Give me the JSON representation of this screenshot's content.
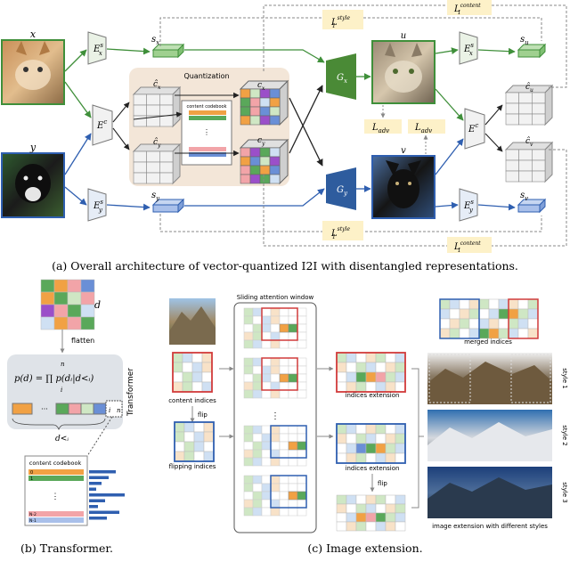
{
  "colors": {
    "green": "#3f8f3a",
    "blue": "#2f5fb0",
    "beige": "#f3e6d8",
    "loss_bg": "#fdf1c8",
    "cell_orange": "#f1a144",
    "cell_green": "#5aa85a",
    "cell_purple": "#9b4fc9",
    "cell_pink": "#f2a4a8",
    "cell_blue": "#6a8fd6",
    "cell_lightgreen": "#cfe7c4",
    "cell_lightblue": "#cfe0f3",
    "red_box": "#d13b3b"
  },
  "panel_a": {
    "input_x_label": "x",
    "input_y_label": "y",
    "enc_style_x": "E",
    "enc_style_x_sup": "s",
    "enc_style_x_sub": "x",
    "enc_content": "E",
    "enc_content_sup": "c",
    "enc_style_y": "E",
    "enc_style_y_sup": "s",
    "enc_style_y_sub": "y",
    "style_x": "s",
    "style_x_sub": "x",
    "style_y": "s",
    "style_y_sub": "y",
    "quantization_title": "Quantization",
    "cont_x_hat": "ĉ",
    "cont_x_hat_sub": "x",
    "cont_y_hat": "ĉ",
    "cont_y_hat_sub": "y",
    "codebook_label": "content codebook",
    "q_x": "c",
    "q_x_sub": "x",
    "q_y": "c",
    "q_y_sub": "y",
    "gen_x": "G",
    "gen_x_sub": "x",
    "gen_y": "G",
    "gen_y_sub": "y",
    "out_u_label": "u",
    "out_v_label": "v",
    "loss_adv_1": "L",
    "loss_adv_1_sub": "adv",
    "loss_adv_2": "L",
    "loss_adv_2_sub": "adv",
    "loss_style_top": "L",
    "loss_style_top_sup": "style",
    "loss_style_top_sub": "1",
    "loss_content_top": "L",
    "loss_content_top_sup": "content",
    "loss_content_top_sub": "1",
    "loss_style_bot": "L",
    "loss_style_bot_sup": "style",
    "loss_style_bot_sub": "1",
    "loss_content_bot": "L",
    "loss_content_bot_sup": "content",
    "loss_content_bot_sub": "1",
    "enc_style_u": "E",
    "enc_style_u_sup": "s",
    "enc_style_u_sub": "x",
    "enc_content_r": "E",
    "enc_content_r_sup": "c",
    "enc_style_v": "E",
    "enc_style_v_sup": "s",
    "enc_style_v_sub": "y",
    "style_u": "s",
    "style_u_sub": "u",
    "style_v": "s",
    "style_v_sub": "v",
    "cont_u_hat": "ĉ",
    "cont_u_hat_sub": "u",
    "cont_v_hat": "ĉ",
    "cont_v_hat_sub": "v",
    "caption": "(a)  Overall architecture of vector-quantized I2I with disentangled representations."
  },
  "panel_b": {
    "d_label": "d",
    "flatten_label": "flatten",
    "formula": "p(d) = ∏ p(dᵢ|d<ᵢ)",
    "prod_top": "n",
    "prod_bot": "i",
    "transformer_label": "Transformer",
    "d_lt_i": "d<ᵢ",
    "i_label": "i",
    "n_label": "n",
    "codebook_label": "content codebook",
    "cb_0": "0",
    "cb_1": "1",
    "cb_n2": "N-2",
    "cb_n1": "N-1",
    "caption": "(b)  Transformer."
  },
  "panel_c": {
    "window_title": "Sliding attention window",
    "content_indices": "content indices",
    "flip_1": "flip",
    "flipping_indices": "flipping indices",
    "indices_extension_1": "indices extension",
    "indices_extension_2": "indices extension",
    "flip_2": "flip",
    "merged_indices": "merged indices",
    "style_1": "style 1",
    "style_2": "style 2",
    "style_3": "style 3",
    "styles_caption": "image extension with different styles",
    "caption": "(c)  Image extension."
  }
}
